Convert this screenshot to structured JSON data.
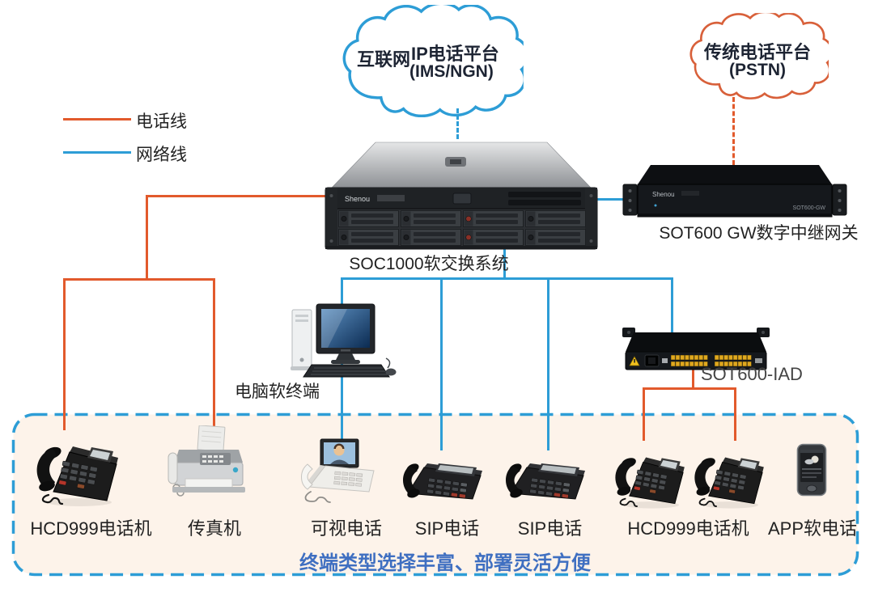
{
  "legend": {
    "phone_line_label": "电话线",
    "network_line_label": "网络线"
  },
  "clouds": {
    "ip": {
      "left_label": "互联网",
      "title": "IP电话平台",
      "subtitle": "(IMS/NGN)"
    },
    "pstn": {
      "title": "传统电话平台",
      "subtitle": "(PSTN)"
    }
  },
  "devices": {
    "server": {
      "label": "SOC1000软交换系统",
      "brand": "Shenou"
    },
    "gateway": {
      "label": "SOT600 GW数字中继网关",
      "brand": "Shenou",
      "model_text": "SOT600-GW"
    },
    "pc": {
      "label": "电脑软终端"
    },
    "iad": {
      "label": "SOT600-IAD"
    }
  },
  "terminals": {
    "items": [
      {
        "label": "HCD999电话机"
      },
      {
        "label": "传真机"
      },
      {
        "label": "可视电话"
      },
      {
        "label": "SIP电话"
      },
      {
        "label": "SIP电话"
      },
      {
        "label": "HCD999电话机"
      },
      {
        "label": "APP软电话"
      }
    ],
    "caption": "终端类型选择丰富、部署灵活方便"
  },
  "colors": {
    "phone_line": "#e25a2c",
    "network_line": "#2d9dd6",
    "cloud_pstn_border": "#d8603a",
    "terminal_box_bg": "#fdf3ea",
    "caption_text": "#3f6fc1"
  }
}
